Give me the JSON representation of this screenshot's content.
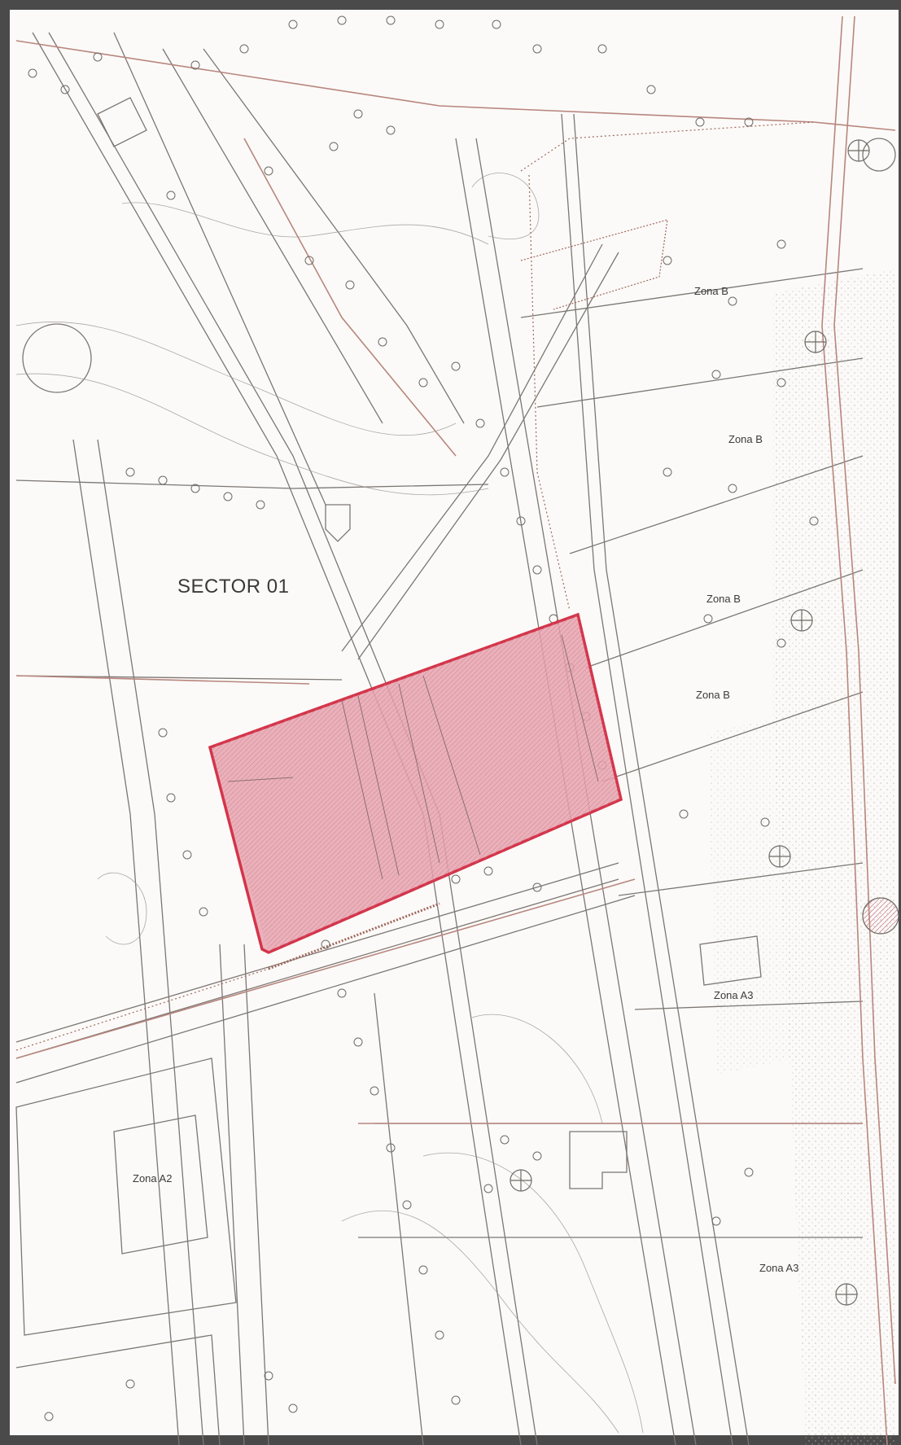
{
  "map": {
    "sector_label": "SECTOR 01",
    "zone_labels": {
      "zona_b_1": "Zona B",
      "zona_b_2": "Zona B",
      "zona_b_3": "Zona B",
      "zona_b_4": "Zona B",
      "zona_a2": "Zona A2",
      "zona_a3_1": "Zona A3",
      "zona_a3_2": "Zona A3"
    },
    "colors": {
      "highlight_fill": "#e8a3b0",
      "highlight_stroke": "#d4344a",
      "street_lines": "#b8867e",
      "base_lines": "#7d7672",
      "boundary_hatch": "#a0685e",
      "background": "#fbfaf8"
    }
  }
}
